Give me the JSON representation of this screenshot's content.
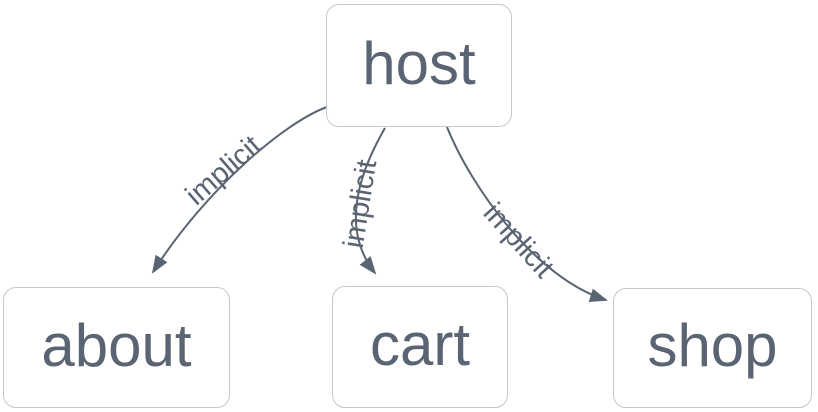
{
  "diagram": {
    "type": "flowchart",
    "nodes": [
      {
        "id": "host",
        "label": "host"
      },
      {
        "id": "about",
        "label": "about"
      },
      {
        "id": "cart",
        "label": "cart"
      },
      {
        "id": "shop",
        "label": "shop"
      }
    ],
    "edges": [
      {
        "from": "host",
        "to": "about",
        "label": "implicit",
        "arrow": "filled-triangle"
      },
      {
        "from": "host",
        "to": "cart",
        "label": "implicit",
        "arrow": "filled-triangle"
      },
      {
        "from": "host",
        "to": "shop",
        "label": "implicit",
        "arrow": "filled-triangle"
      }
    ],
    "colors": {
      "node_border": "#c6c7c9",
      "node_fill": "#ffffff",
      "text": "#5b6472",
      "edge": "#5b6472",
      "canvas_bg": "#ffffff"
    }
  }
}
